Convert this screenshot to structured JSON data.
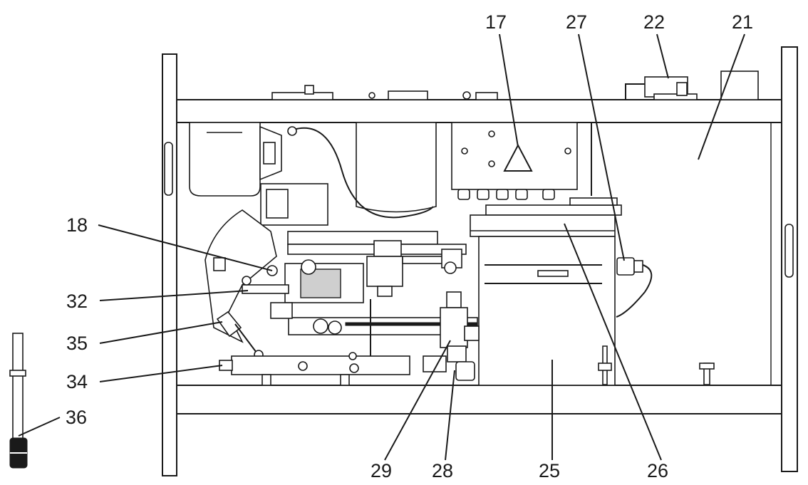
{
  "callouts": {
    "c17": "17",
    "c27": "27",
    "c22": "22",
    "c21": "21",
    "c18": "18",
    "c32": "32",
    "c35": "35",
    "c34": "34",
    "c36": "36",
    "c29": "29",
    "c28": "28",
    "c25": "25",
    "c26": "26"
  },
  "colors": {
    "ink": "#1a1a1a",
    "panel_shade": "#cfcfcf",
    "background": "#ffffff"
  }
}
